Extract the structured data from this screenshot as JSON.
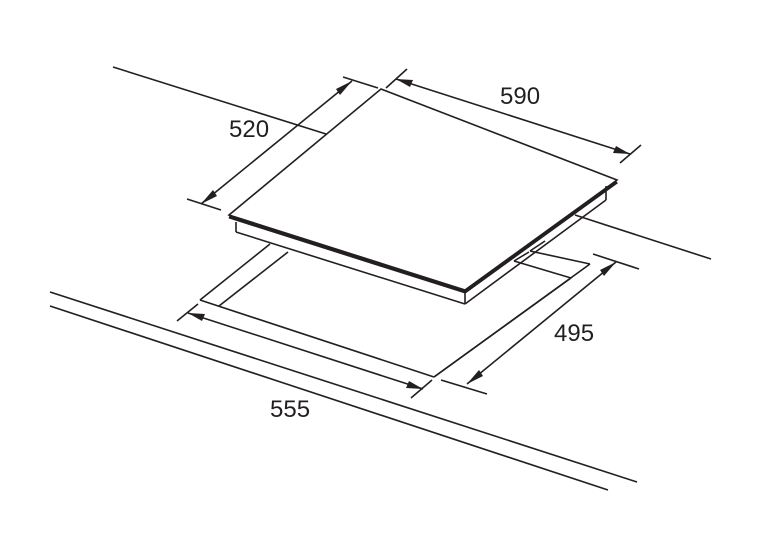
{
  "diagram": {
    "subject": "Built-in hob installation diagram",
    "units": "mm",
    "colors": {
      "line": "#231f20",
      "background": "#ffffff"
    },
    "dimensions": {
      "hob_width": "590",
      "hob_depth": "520",
      "cutout_width": "555",
      "cutout_depth": "495"
    }
  }
}
